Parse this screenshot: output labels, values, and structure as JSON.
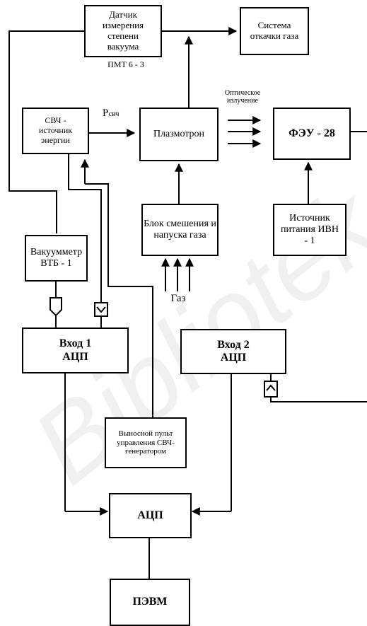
{
  "blocks": {
    "vacuum_sensor": "Датчик измерения степени вакуума",
    "vacuum_sensor_model": "ПМТ 6 - 3",
    "pump_system": "Система откачки газа",
    "microwave_source": "СВЧ - источник энергии",
    "plasmatron": "Плазмотрон",
    "pmt": "ФЭУ - 28",
    "gas_mixing_unit": "Блок смешения и напуска газа",
    "power_supply": "Источник питания ИВН - 1",
    "vacuum_meter": "Вакуумметр ВТБ - 1",
    "adc_input_1": "Вход 1 АЦП",
    "adc_input_2": "Вход 2 АЦП",
    "remote_panel": "Выносной пульт управления СВЧ-генератором",
    "adc": "АЦП",
    "pc": "ПЭВМ"
  },
  "labels": {
    "p_mw_main": "Р",
    "p_mw_sub": "свч",
    "optical_emission": "Оптическое излучение",
    "gas": "Газ"
  },
  "watermark": "Biblioteka BGU",
  "colors": {
    "line": "#000000",
    "background": "#ffffff"
  }
}
